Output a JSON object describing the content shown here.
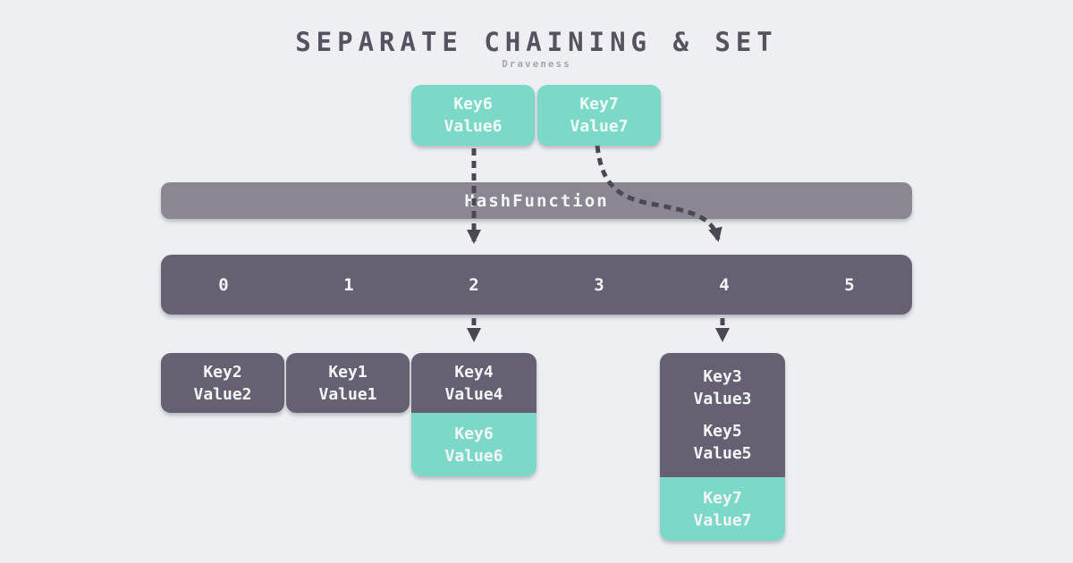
{
  "header": {
    "title": "SEPARATE CHAINING & SET",
    "subtitle": "Draveness"
  },
  "incoming_keys": [
    {
      "key": "Key6",
      "value": "Value6"
    },
    {
      "key": "Key7",
      "value": "Value7"
    }
  ],
  "hash_function": {
    "label": "HashFunction"
  },
  "buckets": [
    "0",
    "1",
    "2",
    "3",
    "4",
    "5"
  ],
  "chains": [
    {
      "bucket": "0",
      "entries": [
        {
          "key": "Key2",
          "value": "Value2",
          "state": "existing"
        }
      ]
    },
    {
      "bucket": "1",
      "entries": [
        {
          "key": "Key1",
          "value": "Value1",
          "state": "existing"
        }
      ]
    },
    {
      "bucket": "2",
      "entries": [
        {
          "key": "Key4",
          "value": "Value4",
          "state": "existing"
        },
        {
          "key": "Key6",
          "value": "Value6",
          "state": "newly-inserted"
        }
      ]
    },
    {
      "bucket": "4",
      "entries": [
        {
          "key": "Key3",
          "value": "Value3",
          "state": "existing"
        },
        {
          "key": "Key5",
          "value": "Value5",
          "state": "existing"
        },
        {
          "key": "Key7",
          "value": "Value7",
          "state": "newly-inserted"
        }
      ]
    }
  ],
  "colors": {
    "background": "#edeff2",
    "accent_teal": "#7cd9c7",
    "node_dark": "#656172",
    "hash_bar": "#8a8792",
    "arrow": "#4b4853",
    "title_text": "#56525f",
    "light_text": "#f5f5f7"
  }
}
